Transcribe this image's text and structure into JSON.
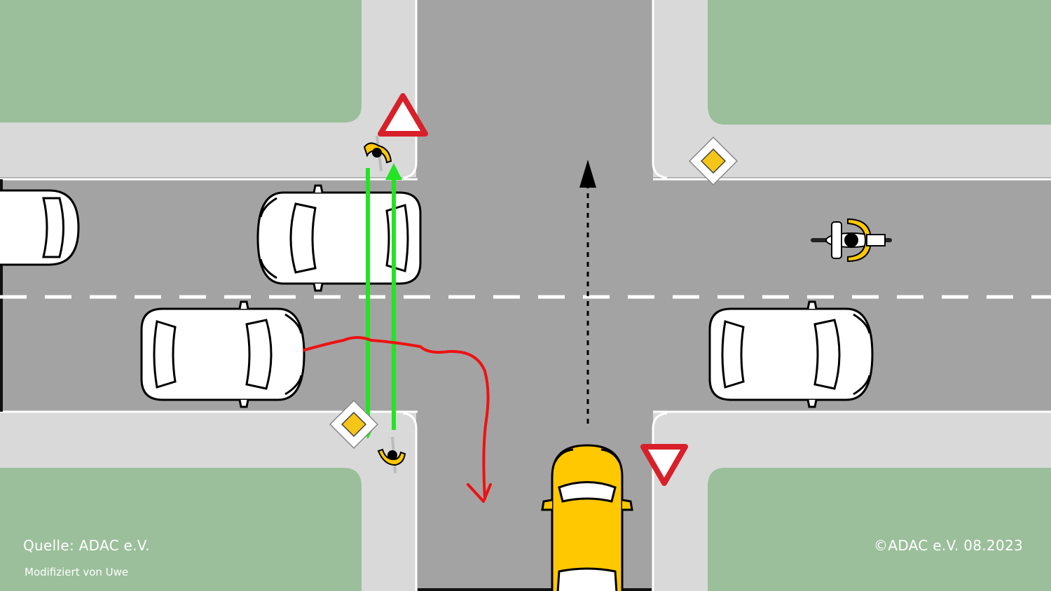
{
  "captions": {
    "source": "Quelle: ADAC e.V.",
    "modified": "Modifiziert von Uwe",
    "copyright": "©ADAC e.V.  08.2023"
  },
  "colors": {
    "grass": "#9bbf9b",
    "sidewalk": "#d9d9d9",
    "road": "#a3a3a3",
    "car_white": "#ffffff",
    "car_yellow": "#ffc800",
    "path_green": "#22e422",
    "path_red": "#ee1111",
    "priority_sign": "#f5c518",
    "sign_red": "#d8202a"
  },
  "signs": {
    "give_way": "give-way-sign",
    "priority_road": "priority-road-sign",
    "danger": "warning-triangle-sign"
  }
}
